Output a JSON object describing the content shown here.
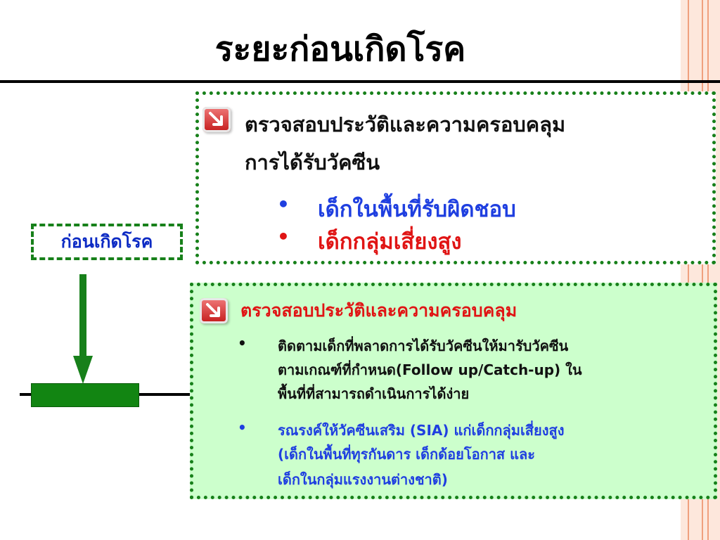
{
  "slide": {
    "title": "ระยะก่อนเกิดโรค",
    "pre_label": "ก่อนเกิดโรค",
    "top_box": {
      "heading_line1": "ตรวจสอบประวัติและความครอบคลุม",
      "heading_line2": "การได้รับวัคซีน",
      "bullets": [
        {
          "text": "เด็กในพื้นที่รับผิดชอบ",
          "color": "#1f3fe0"
        },
        {
          "text": "เด็กกลุ่มเสี่ยงสูง",
          "color": "#e01414"
        }
      ]
    },
    "bottom_box": {
      "heading": "ตรวจสอบประวัติและความครอบคลุม",
      "bullet1": {
        "line1": "ติดตามเด็กที่พลาดการได้รับวัคซีนให้มารับวัคซีน",
        "line2": "ตามเกณฑ์ที่กำหนด(Follow up/Catch-up) ใน",
        "line3": "พื้นที่ที่สามารถดำเนินการได้ง่าย",
        "color": "#111111"
      },
      "bullet2": {
        "line1": "รณรงค์ให้วัคซีนเสริม (SIA) แก่เด็กกลุ่มเสี่ยงสูง",
        "line2": "(เด็กในพื้นที่ทุรกันดาร เด็กด้อยโอกาส และ",
        "line3": "เด็กในกลุ่มแรงงานต่างชาติ)",
        "color": "#1f3fe0"
      }
    },
    "bullet_glyph": "•",
    "icons": [
      "arrow-down-right-icon"
    ],
    "colors": {
      "frame": "#17801a",
      "bottom_fill": "#ccffcc",
      "accent_red": "#e01414",
      "accent_blue": "#1f3fe0"
    }
  }
}
